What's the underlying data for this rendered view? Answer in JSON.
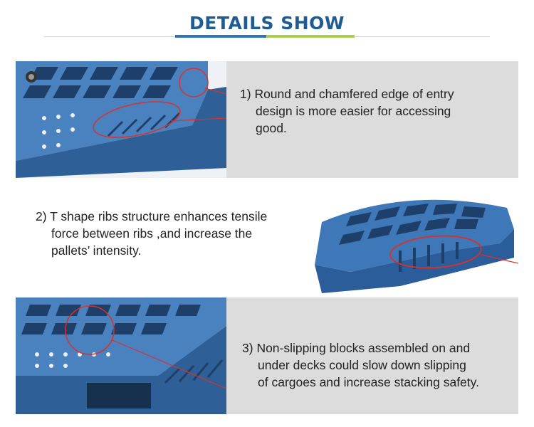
{
  "header": {
    "title": "DETAILS SHOW"
  },
  "features": [
    {
      "number": "1)",
      "lines": [
        "Round and chamfered edge of entry",
        "design is more easier for accessing",
        "good."
      ],
      "image": "pallet-chamfered-edge-photo"
    },
    {
      "number": "2)",
      "lines": [
        "T shape ribs structure enhances tensile",
        "force between ribs ,and increase the",
        "pallets’ intensity."
      ],
      "image": "pallet-t-shape-ribs-photo"
    },
    {
      "number": "3)",
      "lines": [
        "Non-slipping blocks assembled on and",
        "under decks could slow down slipping",
        "of cargoes and increase stacking safety."
      ],
      "image": "pallet-non-slip-blocks-photo"
    }
  ],
  "colors": {
    "title": "#1f5c93",
    "accent_blue": "#2f74ba",
    "accent_green": "#a9cf4c",
    "panel_gray": "#dcdcdc",
    "pallet_blue": "#3f78b8",
    "callout_red": "#d9312b"
  }
}
